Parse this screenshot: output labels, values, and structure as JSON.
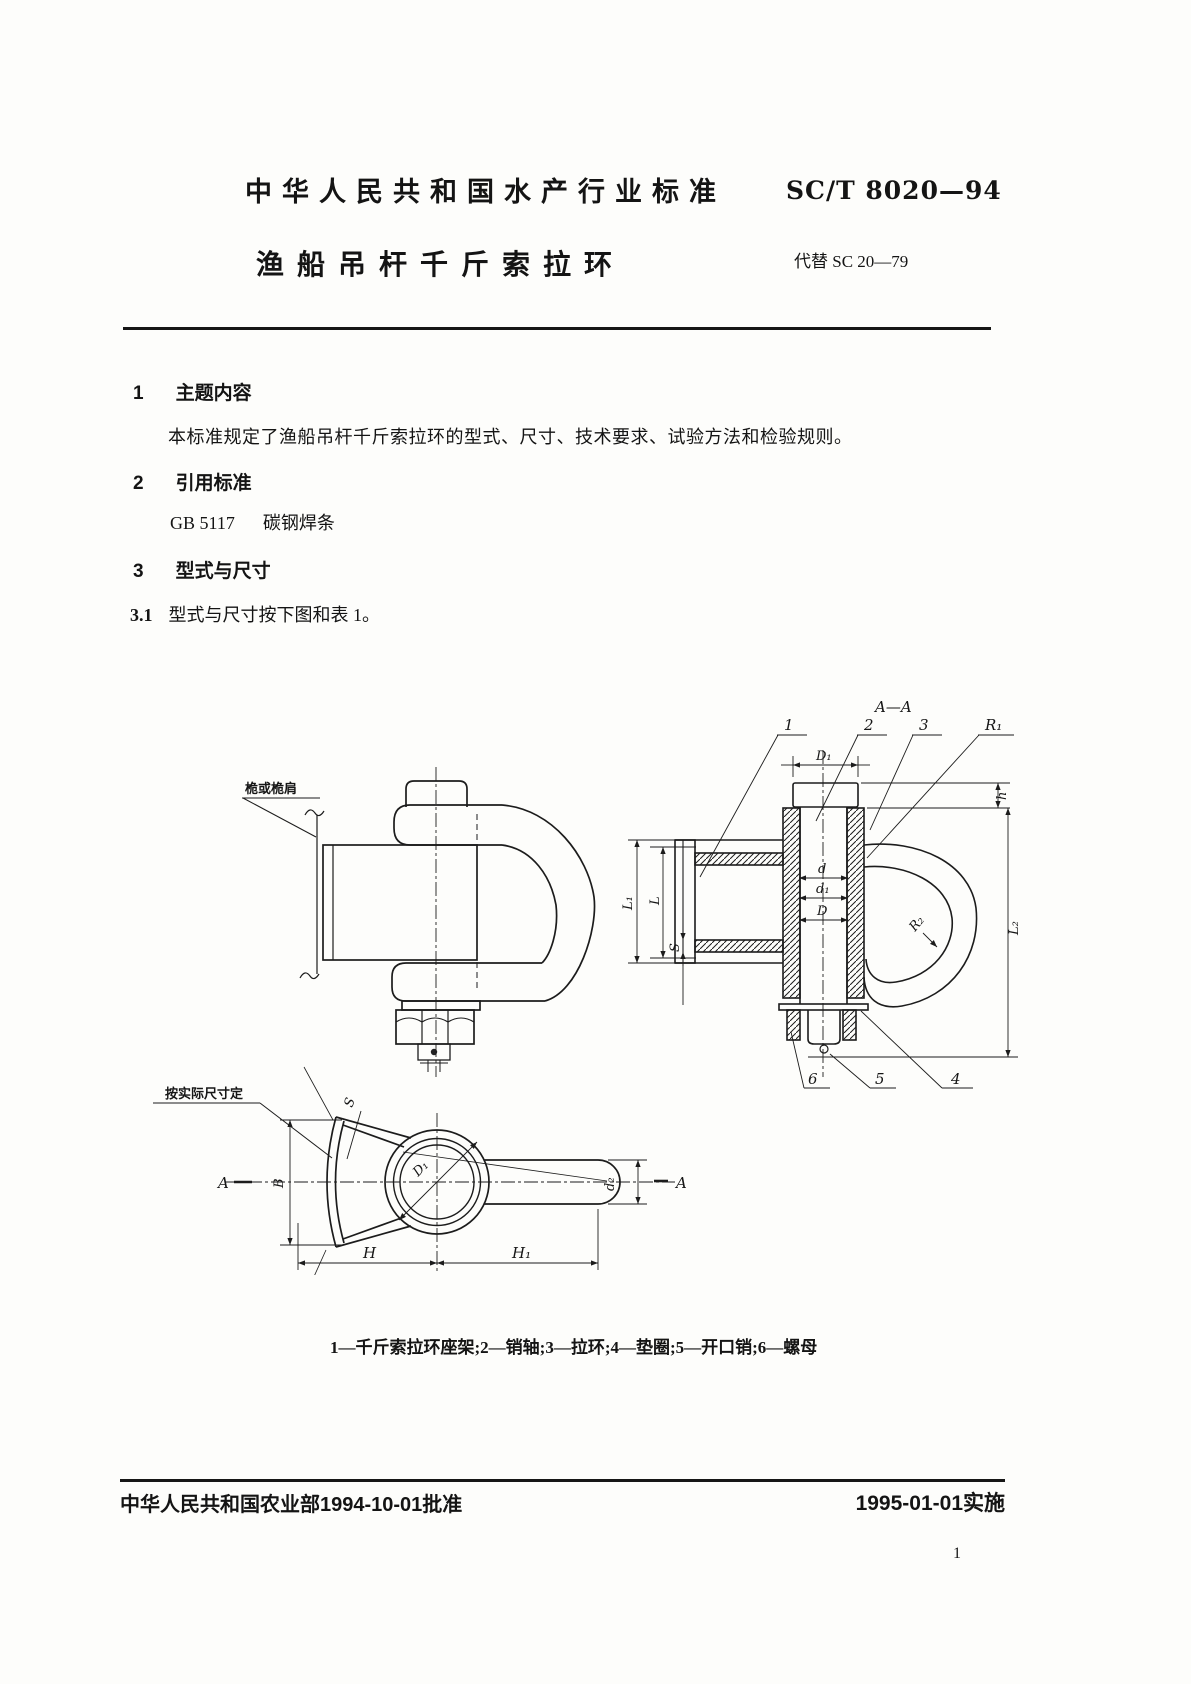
{
  "header": {
    "org_line": "中华人民共和国水产行业标准",
    "std_no": "SC/T 8020—94",
    "doc_title": "渔船吊杆千斤索拉环",
    "replaces": "代替 SC 20—79"
  },
  "sections": {
    "s1_no": "1",
    "s1_title": "主题内容",
    "s1_body": "本标准规定了渔船吊杆千斤索拉环的型式、尺寸、技术要求、试验方法和检验规则。",
    "s2_no": "2",
    "s2_title": "引用标准",
    "s2_ref_code": "GB 5117",
    "s2_ref_name": "碳钢焊条",
    "s3_no": "3",
    "s3_title": "型式与尺寸",
    "s31_no": "3.1",
    "s31_text": "型式与尺寸按下图和表 1。"
  },
  "figure": {
    "caption": "1—千斤索拉环座架;2—销轴;3—拉环;4—垫圈;5—开口销;6—螺母",
    "labels": {
      "aa": "A—A",
      "callout_1": "1",
      "callout_2": "2",
      "callout_3": "3",
      "callout_4": "4",
      "callout_5": "5",
      "callout_6": "6",
      "r1": "R₁",
      "r2": "R₂",
      "d1_top": "D₁",
      "d": "d",
      "d1_small": "d₁",
      "D_big": "D",
      "L1": "L₁",
      "L": "L",
      "S": "S",
      "h": "h",
      "L2": "L₂",
      "mast_note": "桅或桅肩",
      "actual_note": "按实际尺寸定",
      "A": "A",
      "B": "B",
      "D1_plan": "D₁",
      "d2": "d₂",
      "H": "H",
      "H1": "H₁"
    }
  },
  "footer": {
    "approval": "中华人民共和国农业部1994-10-01批准",
    "implementation": "1995-01-01实施",
    "page_number": "1"
  }
}
